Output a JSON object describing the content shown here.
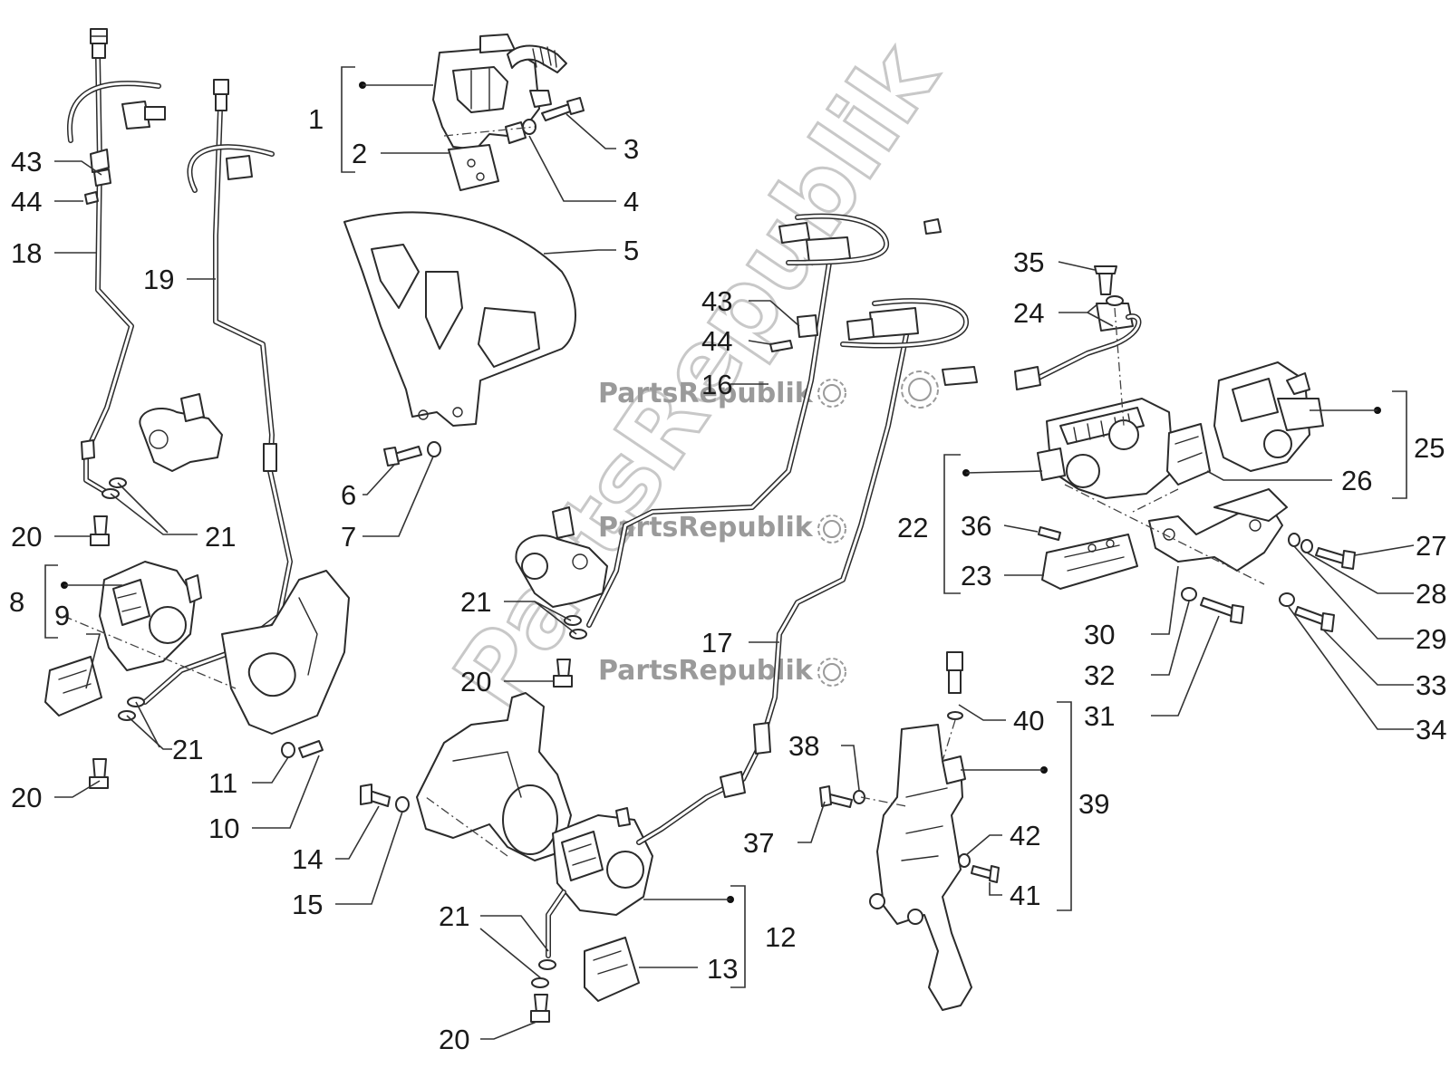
{
  "watermark": {
    "text": "PartsRepublik",
    "large_text": "PartsRepublik"
  },
  "callouts": {
    "c1": "1",
    "c2": "2",
    "c3": "3",
    "c4": "4",
    "c5": "5",
    "c6": "6",
    "c7": "7",
    "c8": "8",
    "c9": "9",
    "c10": "10",
    "c11": "11",
    "c12": "12",
    "c13": "13",
    "c14": "14",
    "c15": "15",
    "c16": "16",
    "c17": "17",
    "c18": "18",
    "c19": "19",
    "c20a": "20",
    "c20b": "20",
    "c20c": "20",
    "c20d": "20",
    "c21a": "21",
    "c21b": "21",
    "c21c": "21",
    "c21d": "21",
    "c22": "22",
    "c23": "23",
    "c24": "24",
    "c25": "25",
    "c26": "26",
    "c27": "27",
    "c28": "28",
    "c29": "29",
    "c30": "30",
    "c31": "31",
    "c32": "32",
    "c33": "33",
    "c34": "34",
    "c35": "35",
    "c36": "36",
    "c37": "37",
    "c38": "38",
    "c39": "39",
    "c40": "40",
    "c41": "41",
    "c42": "42",
    "c43a": "43",
    "c43b": "43",
    "c44a": "44",
    "c44b": "44"
  }
}
